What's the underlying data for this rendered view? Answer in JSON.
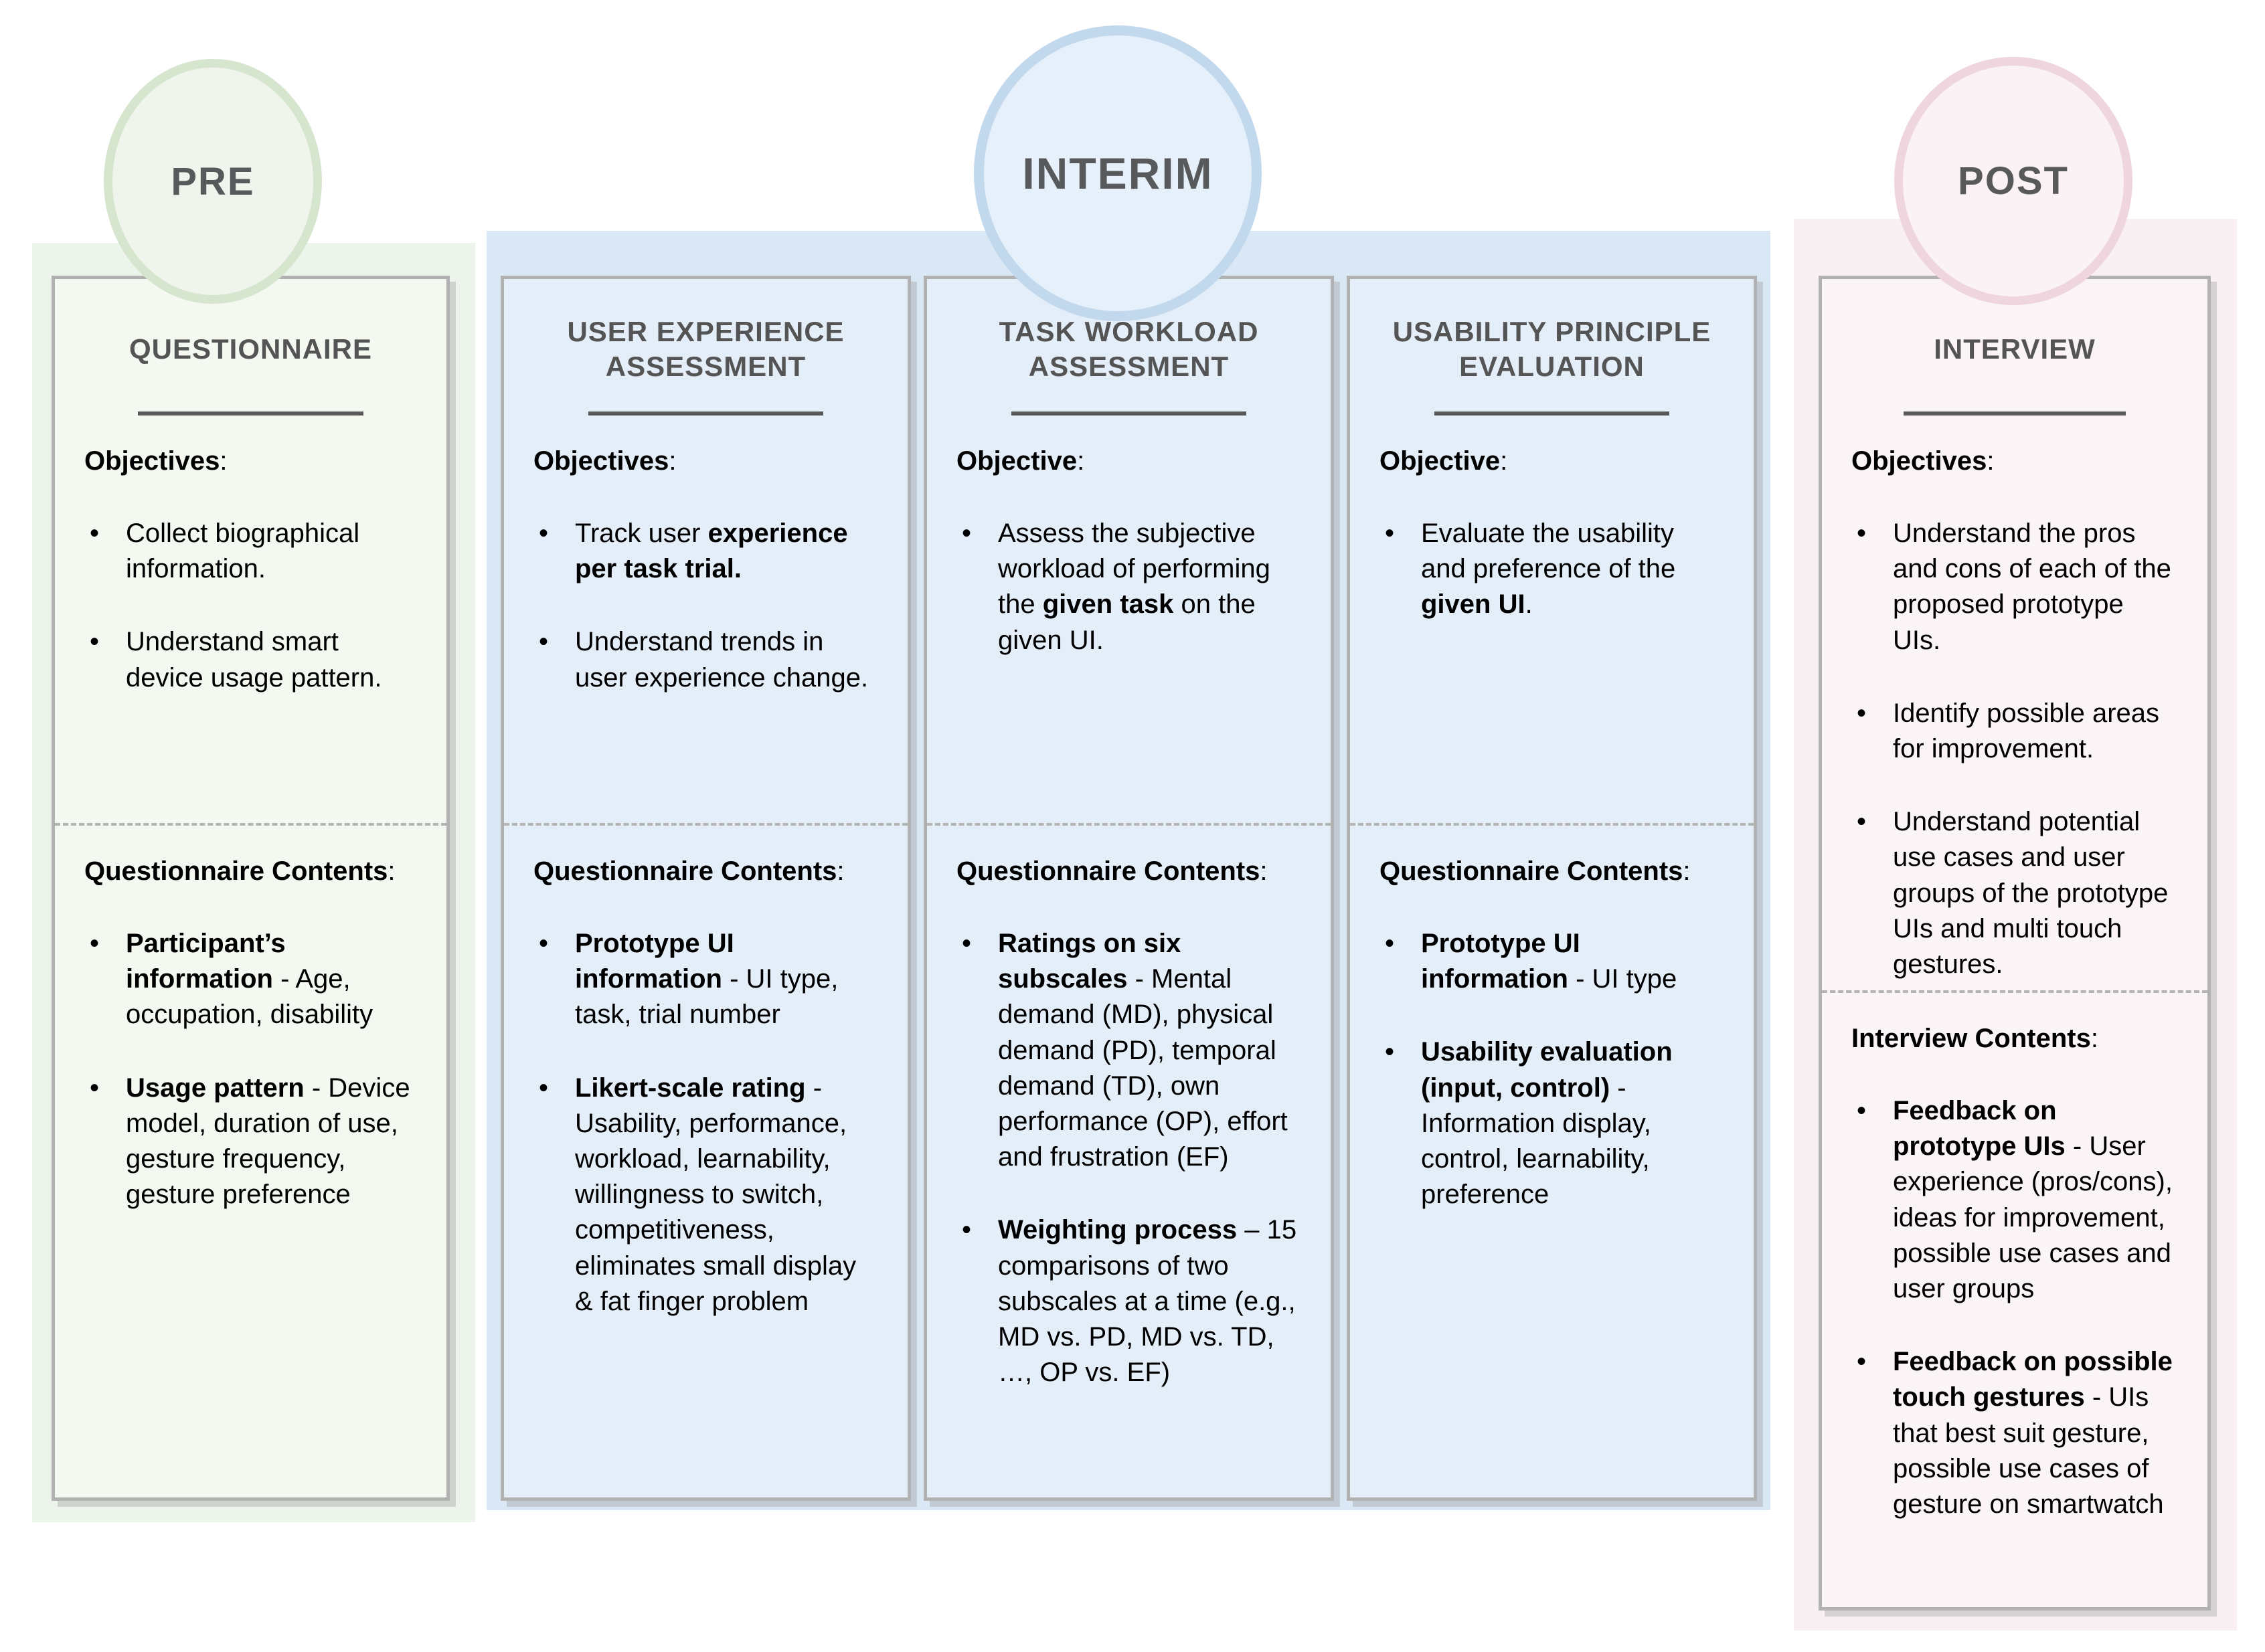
{
  "phases": [
    {
      "label": "PRE",
      "colors": {
        "panel": "#edf4eb",
        "circle_fill": "#eff5ec",
        "circle_ring": "#d6e5ce",
        "card_bg": "#f3f8f1"
      },
      "cards": [
        {
          "title": "QUESTIONNAIRE",
          "sections": [
            {
              "heading": "**Objectives**:",
              "bullets": [
                "Collect biographical information.",
                "Understand smart device usage pattern."
              ]
            },
            {
              "heading": "**Questionnaire Contents**:",
              "bullets": [
                "**Participant’s information** - Age, occupation, disability",
                "**Usage pattern** - Device model, duration of use, gesture frequency, gesture preference"
              ]
            }
          ]
        }
      ]
    },
    {
      "label": "INTERIM",
      "colors": {
        "panel": "#dae8f5",
        "circle_fill": "#e6f0fa",
        "circle_ring": "#c2d8ec",
        "card_bg": "#e4eef9"
      },
      "cards": [
        {
          "title": "USER EXPERIENCE ASSESSMENT",
          "sections": [
            {
              "heading": "**Objectives**:",
              "bullets": [
                "Track user **experience per task trial.**",
                "Understand trends in user experience change."
              ]
            },
            {
              "heading": "**Questionnaire Contents**:",
              "bullets": [
                "**Prototype UI information** - UI type, task, trial number",
                "**Likert-scale rating** - Usability, performance, workload, learnability, willingness to switch, competitiveness, eliminates small display & fat finger problem"
              ]
            }
          ]
        },
        {
          "title": "TASK WORKLOAD ASSESSMENT",
          "sections": [
            {
              "heading": "**Objective**:",
              "bullets": [
                "Assess the subjective workload of performing the **given task** on the given UI."
              ]
            },
            {
              "heading": "**Questionnaire Contents**:",
              "bullets": [
                "**Ratings on six subscales** - Mental demand (MD), physical demand (PD), temporal demand (TD), own performance (OP), effort and frustration (EF)",
                "**Weighting process** – 15 comparisons of two subscales at a time (e.g., MD vs. PD, MD vs. TD, …,  OP vs. EF)"
              ]
            }
          ]
        },
        {
          "title": "USABILITY PRINCIPLE EVALUATION",
          "sections": [
            {
              "heading": "**Objective**:",
              "bullets": [
                "Evaluate the usability and preference of the **given UI**."
              ]
            },
            {
              "heading": "**Questionnaire Contents**:",
              "bullets": [
                "**Prototype UI information** - UI type",
                "**Usability evaluation (input, control)** - Information display, control, learnability, preference"
              ]
            }
          ]
        }
      ]
    },
    {
      "label": "POST",
      "colors": {
        "panel": "#f8f0f2",
        "circle_fill": "#faf2f5",
        "circle_ring": "#eed5de",
        "card_bg": "#faf4f6"
      },
      "cards": [
        {
          "title": "INTERVIEW",
          "sections": [
            {
              "heading": "**Objectives**:",
              "bullets": [
                "Understand the pros and cons of each of the proposed prototype UIs.",
                "Identify possible areas for improvement.",
                "Understand potential use cases and user groups of the prototype UIs and multi touch gestures."
              ]
            },
            {
              "heading": "**Interview Contents**:",
              "bullets": [
                "**Feedback on prototype UIs** - User experience (pros/cons), ideas for improvement, possible use cases and user groups",
                "**Feedback on possible touch gestures** - UIs that best suit gesture, possible use cases of gesture on smartwatch"
              ]
            }
          ]
        }
      ]
    }
  ]
}
